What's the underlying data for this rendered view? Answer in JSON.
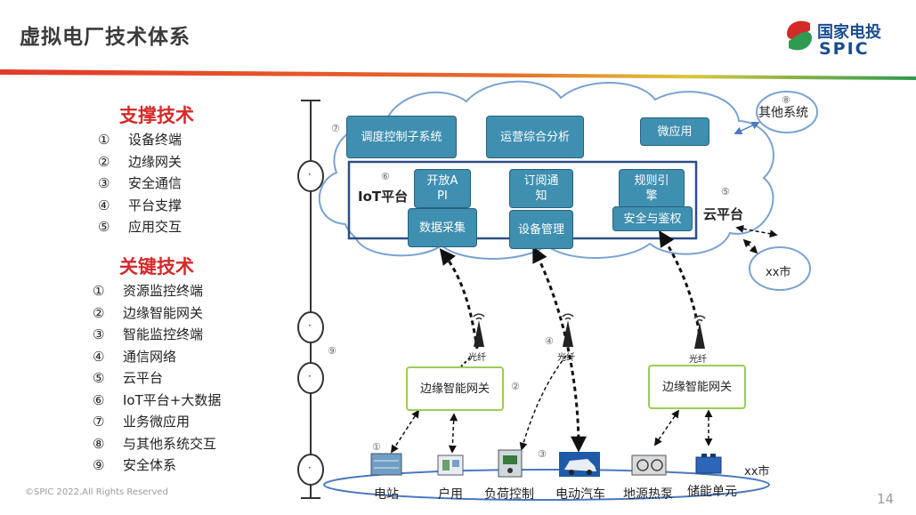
{
  "header": {
    "title": "虚拟电厂技术体系",
    "logo_cn": "国家电投",
    "logo_en": "SPIC"
  },
  "colors": {
    "accent_red": "#d42a2a",
    "box_blue": "#3f8fb0",
    "edge_green": "#9ccc55",
    "logo_blue": "#1a4d8f"
  },
  "support": {
    "heading": "支撑技术",
    "items": [
      {
        "num": "①",
        "label": "设备终端"
      },
      {
        "num": "②",
        "label": "边缘网关"
      },
      {
        "num": "③",
        "label": "安全通信"
      },
      {
        "num": "④",
        "label": "平台支撑"
      },
      {
        "num": "⑤",
        "label": "应用交互"
      }
    ]
  },
  "key": {
    "heading": "关键技术",
    "items": [
      {
        "num": "①",
        "label": "资源监控终端"
      },
      {
        "num": "②",
        "label": "边缘智能网关"
      },
      {
        "num": "③",
        "label": "智能监控终端"
      },
      {
        "num": "④",
        "label": "通信网络"
      },
      {
        "num": "⑤",
        "label": "云平台"
      },
      {
        "num": "⑥",
        "label": "IoT平台+大数据"
      },
      {
        "num": "⑦",
        "label": "业务微应用"
      },
      {
        "num": "⑧",
        "label": "与其他系统交互"
      },
      {
        "num": "⑨",
        "label": "安全体系"
      }
    ]
  },
  "diagram": {
    "cloud_label": "云平台",
    "other_system": "其他系统",
    "city_top": "xx市",
    "city_bottom": "xx市",
    "iot_label": "IoT平台",
    "apps": [
      "调度控制子系统",
      "运营综合分析",
      "微应用"
    ],
    "iot_modules": [
      "开放API",
      "订阅通知",
      "规则引擎",
      "数据采集",
      "设备管理",
      "安全与鉴权"
    ],
    "fiber": "光纤",
    "gateways": [
      "边缘智能网关",
      "边缘智能网关"
    ],
    "devices": [
      "电站",
      "户用",
      "负荷控制",
      "电动汽车",
      "地源热泵",
      "储能单元"
    ],
    "markers": {
      "m1": "①",
      "m2": "②",
      "m3": "③",
      "m4": "④",
      "m5": "⑤",
      "m6": "⑥",
      "m7": "⑦",
      "m8": "⑧",
      "m9": "⑨"
    },
    "axis_dot": "·"
  },
  "footer": {
    "copyright": "©SPIC 2022.All Rights Reserved",
    "page": "14"
  }
}
